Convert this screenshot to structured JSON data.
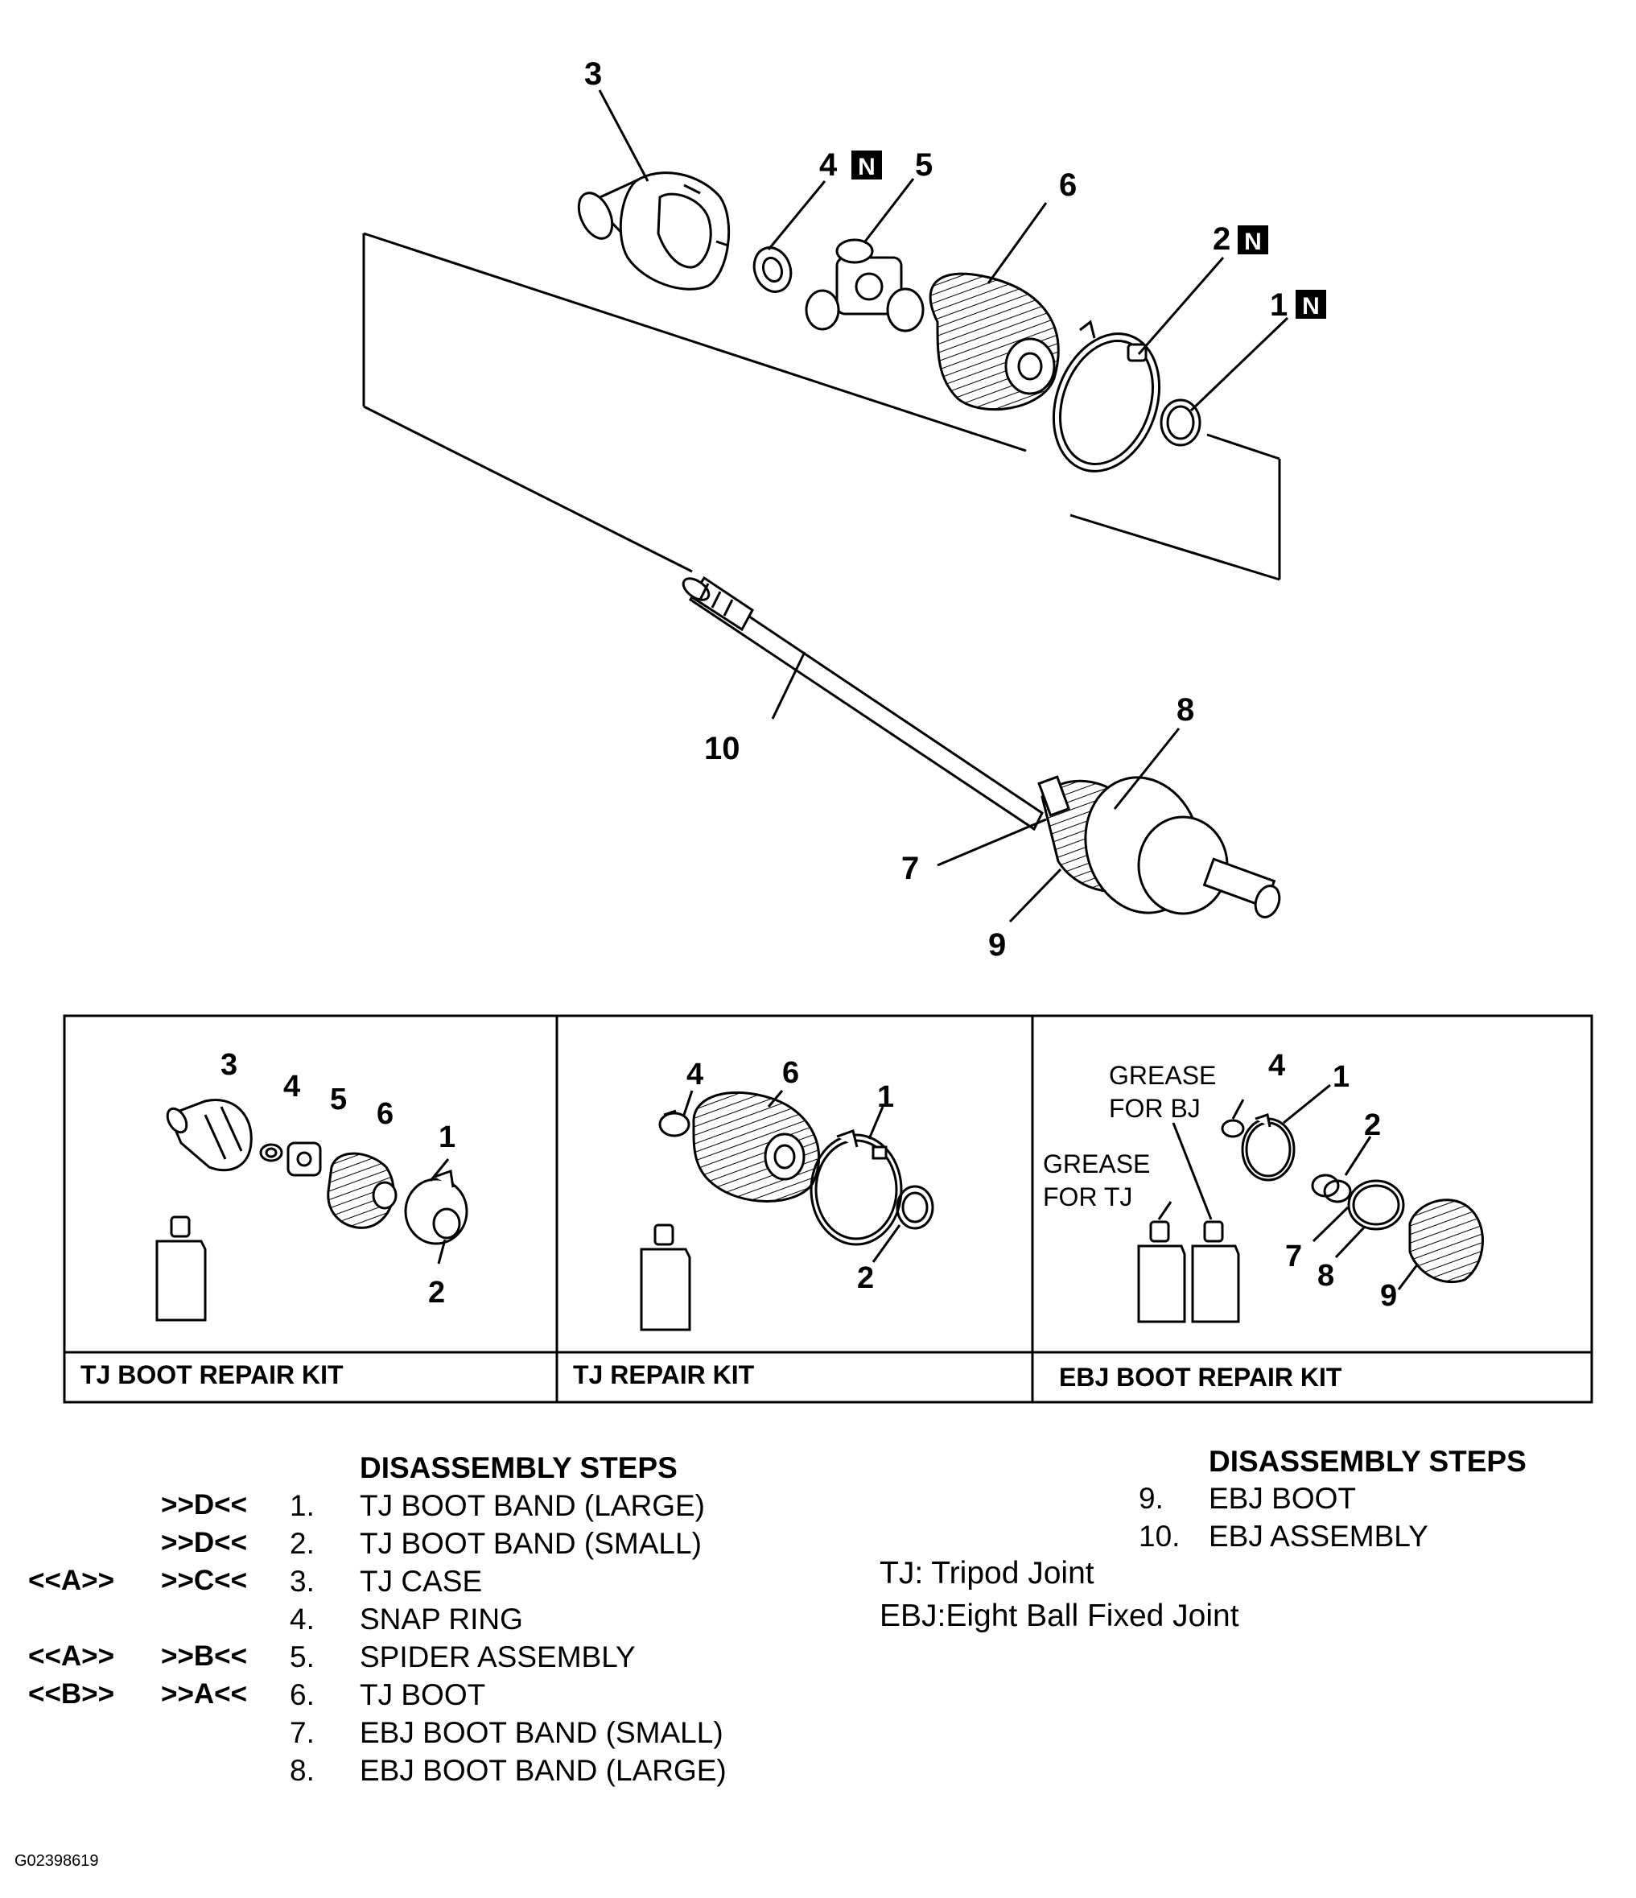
{
  "callouts": {
    "n3": "3",
    "n4": "4",
    "n5": "5",
    "n6": "6",
    "n2": "2",
    "n1": "1",
    "n10": "10",
    "n8": "8",
    "n7": "7",
    "n9": "9",
    "new_part_mark": "N"
  },
  "kits": [
    {
      "title": "TJ BOOT REPAIR KIT",
      "labels": {
        "l3": "3",
        "l4": "4",
        "l5": "5",
        "l6": "6",
        "l1": "1",
        "l2": "2"
      }
    },
    {
      "title": "TJ REPAIR KIT",
      "labels": {
        "l4": "4",
        "l6": "6",
        "l1": "1",
        "l2": "2"
      }
    },
    {
      "title": "EBJ BOOT REPAIR KIT",
      "labels": {
        "l4": "4",
        "l1": "1",
        "l2": "2",
        "l7": "7",
        "l8": "8",
        "l9": "9"
      },
      "grease_bj": [
        "GREASE",
        "FOR BJ"
      ],
      "grease_tj": [
        "GREASE",
        "FOR TJ"
      ]
    }
  ],
  "steps_left": {
    "heading": "DISASSEMBLY STEPS",
    "rows": [
      {
        "a": "",
        "b": ">>D<<",
        "num": "1.",
        "text": "TJ BOOT BAND (LARGE)"
      },
      {
        "a": "",
        "b": ">>D<<",
        "num": "2.",
        "text": "TJ BOOT BAND (SMALL)"
      },
      {
        "a": "<<A>>",
        "b": ">>C<<",
        "num": "3.",
        "text": "TJ CASE"
      },
      {
        "a": "",
        "b": "",
        "num": "4.",
        "text": "SNAP RING"
      },
      {
        "a": "<<A>>",
        "b": ">>B<<",
        "num": "5.",
        "text": "SPIDER ASSEMBLY"
      },
      {
        "a": "<<B>>",
        "b": ">>A<<",
        "num": "6.",
        "text": "TJ BOOT"
      },
      {
        "a": "",
        "b": "",
        "num": "7.",
        "text": "EBJ BOOT BAND (SMALL)"
      },
      {
        "a": "",
        "b": "",
        "num": "8.",
        "text": "EBJ BOOT BAND (LARGE)"
      }
    ]
  },
  "steps_right": {
    "heading": "DISASSEMBLY STEPS",
    "rows": [
      {
        "num": "9.",
        "text": "EBJ BOOT"
      },
      {
        "num": "10.",
        "text": "EBJ ASSEMBLY"
      }
    ]
  },
  "legend": [
    "TJ: Tripod Joint",
    "EBJ:Eight Ball Fixed Joint"
  ],
  "figure_code": "G02398619"
}
